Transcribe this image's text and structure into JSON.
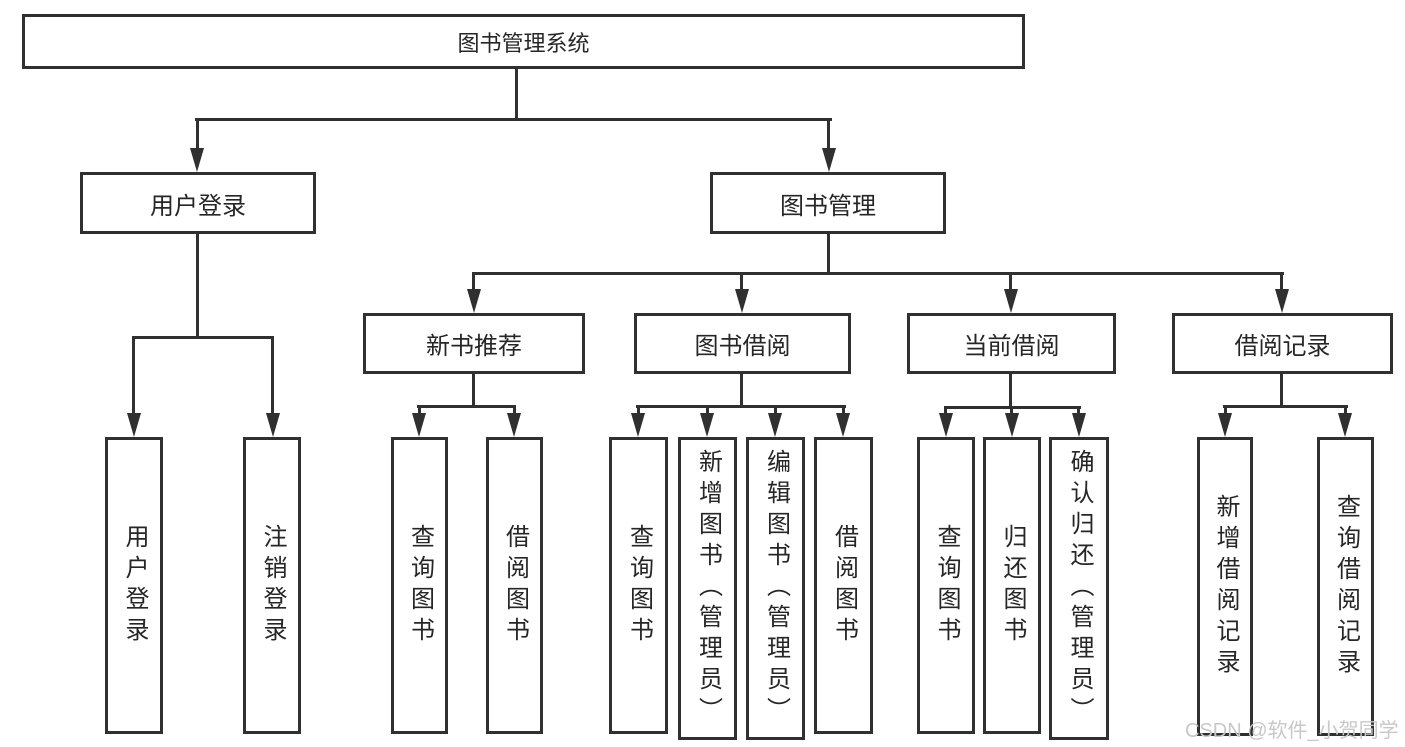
{
  "diagram_type": "hierarchy-tree",
  "colors": {
    "line": "#303030",
    "text": "#262626",
    "background": "#ffffff",
    "watermark": "#c8c8c8"
  },
  "nodes": {
    "root": "图书管理系统",
    "user_login": "用户登录",
    "book_mgmt": "图书管理",
    "new_book_rec": "新书推荐",
    "book_borrow": "图书借阅",
    "current_borrow": "当前借阅",
    "borrow_records": "借阅记录",
    "ul_login": "用户登录",
    "ul_logout": "注销登录",
    "nb_query": "查询图书",
    "nb_borrow": "借阅图书",
    "bb_query": "查询图书",
    "bb_add": "新增图书（管理员）",
    "bb_edit": "编辑图书（管理员）",
    "bb_borrow": "借阅图书",
    "cb_query": "查询图书",
    "cb_return": "归还图书",
    "cb_confirm": "确认归还（管理员）",
    "br_add": "新增借阅记录",
    "br_query": "查询借阅记录"
  },
  "watermark": "CSDN @软件_小贺同学"
}
